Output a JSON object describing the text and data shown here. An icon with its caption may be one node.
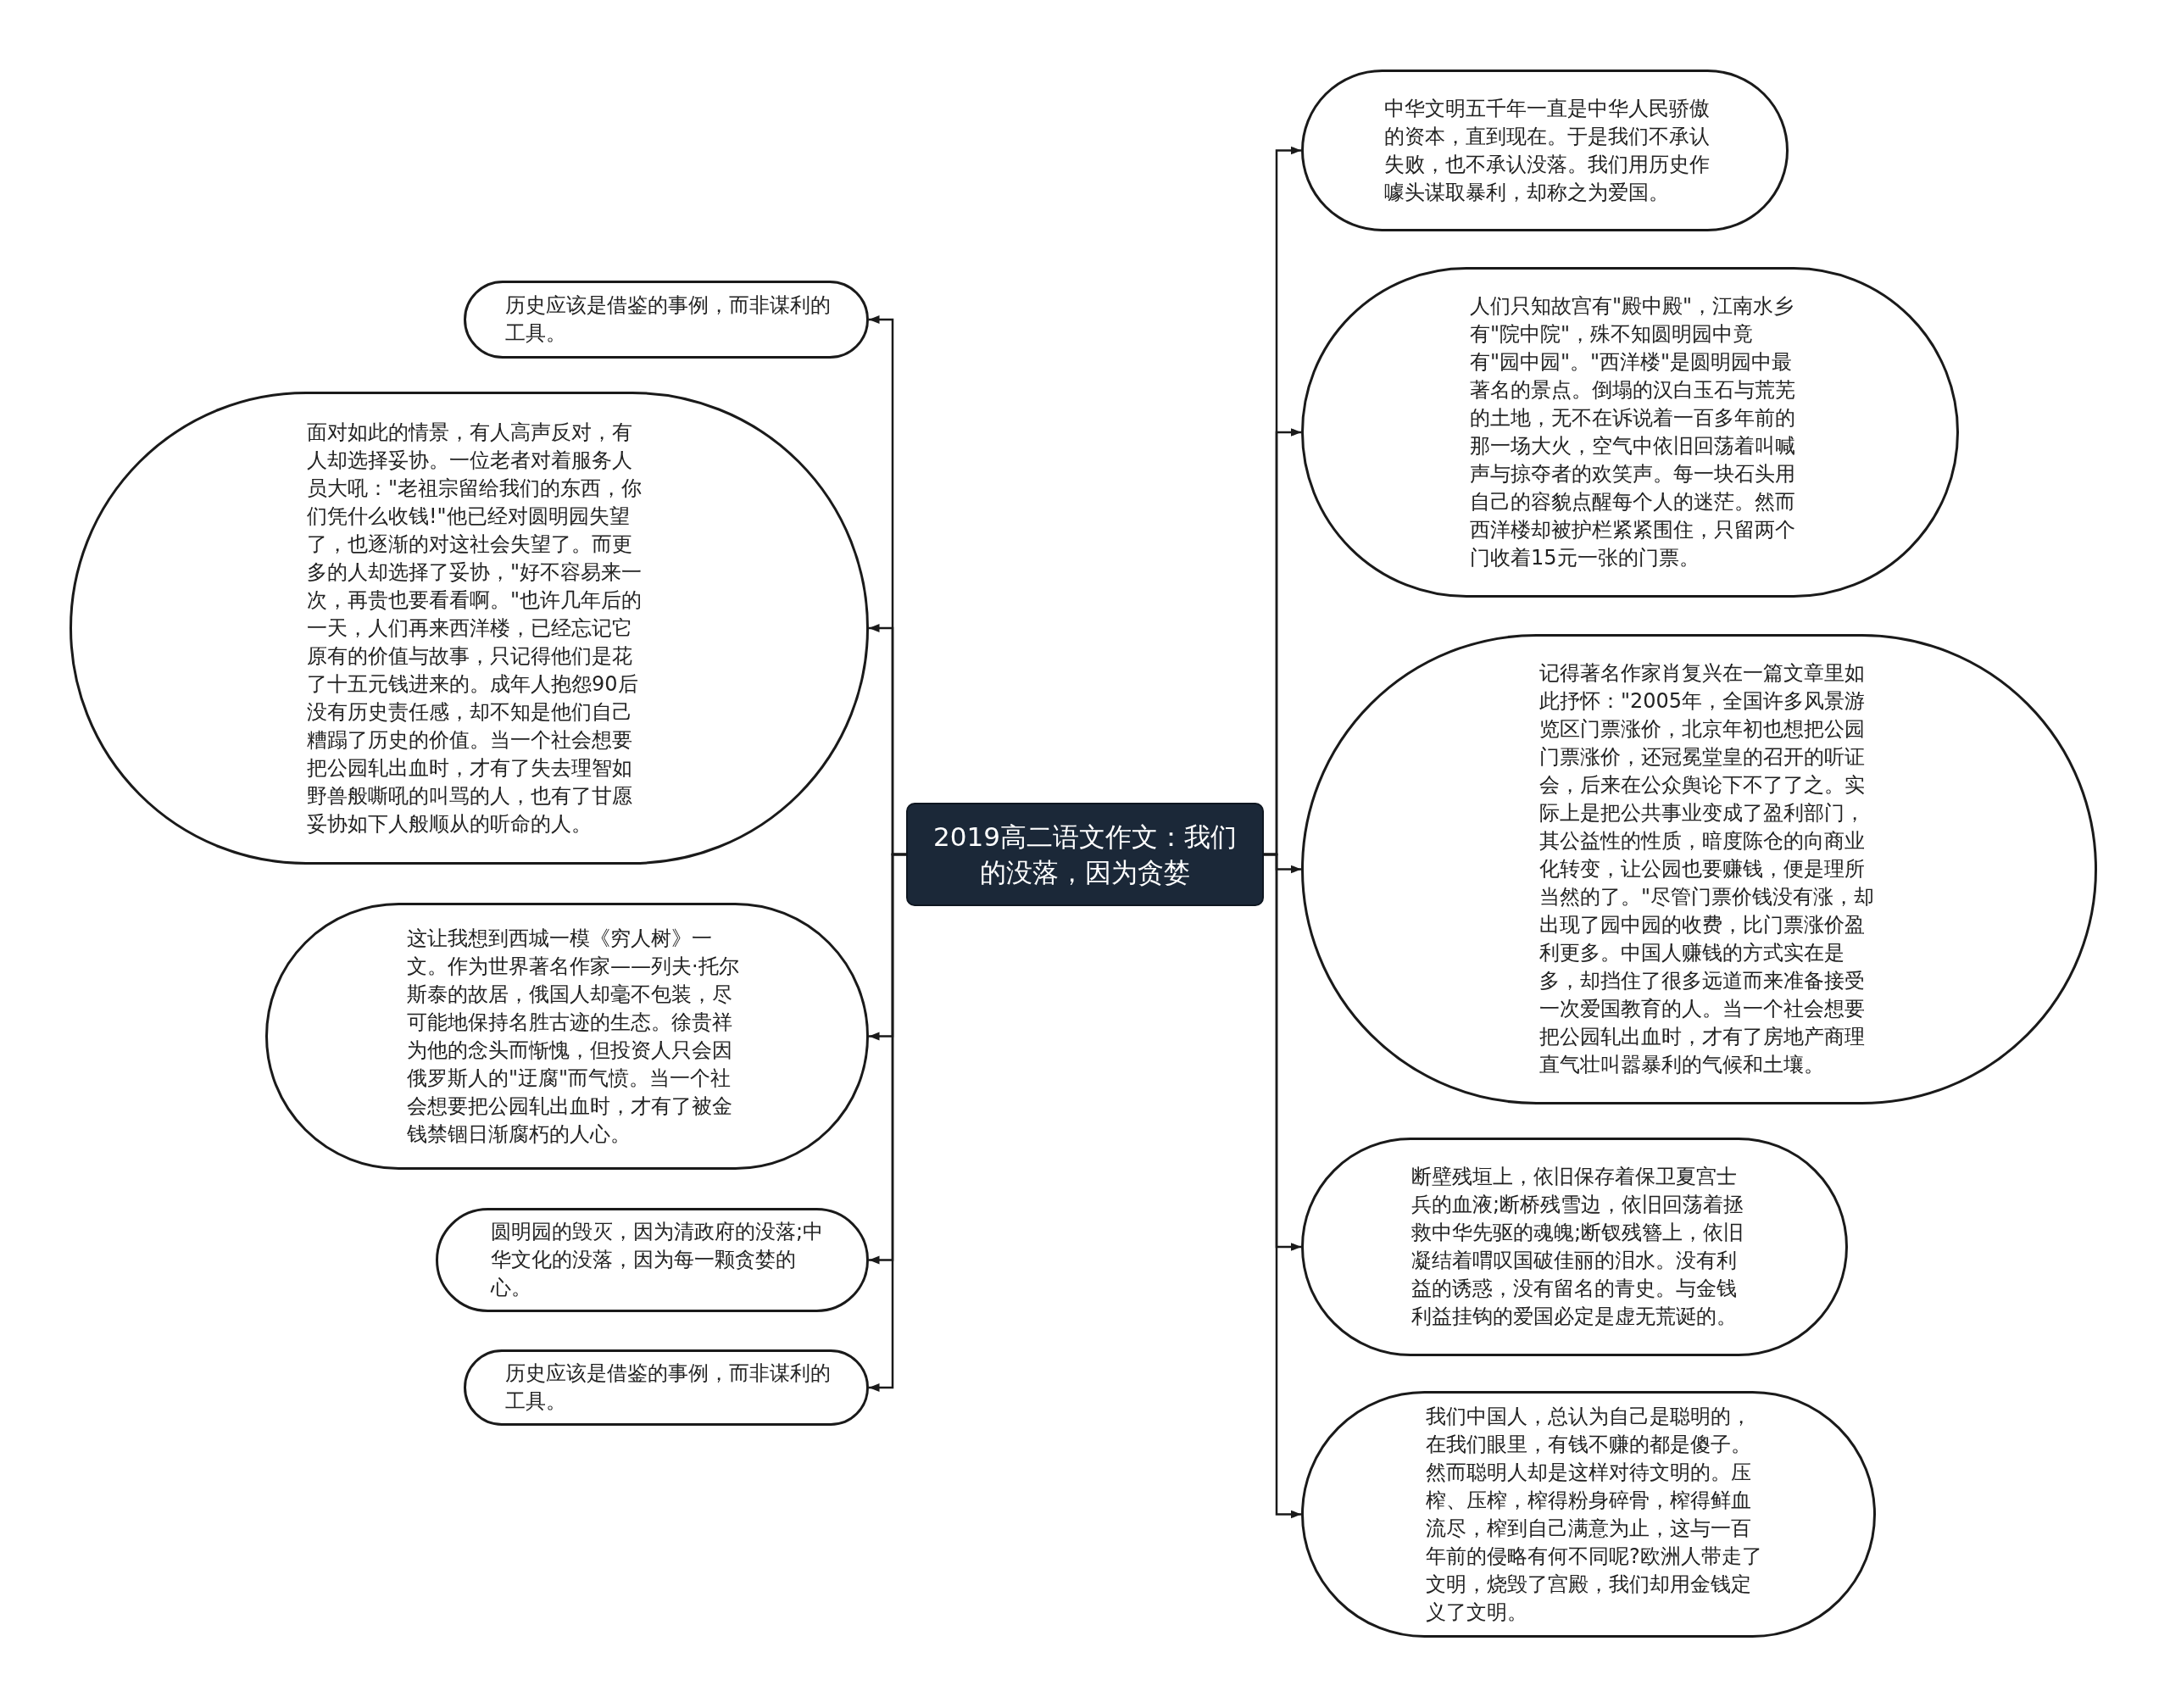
{
  "diagram": {
    "nodes": [
      {
        "text": [
          "2019高二语文作文：我们的没落，因为贪婪"
        ]
      },
      {
        "text": [
          "历史应该是借鉴的事例，而非谋利的工具。"
        ]
      },
      {
        "text": [
          "面对如此的情景，有人高声反对，有人却选择妥协。一位老者对着服务人员大吼：\"老祖宗留给我们的东西，你们凭什么收钱!\"他已经对圆明园失望了，也逐渐的对这社会失望了。而更多的人却选择了妥协，\"好不容易来一次，再贵也要看看啊。\"也许几年后的一天，人们再来西洋楼，已经忘记它原有的价值与故事，只记得他们是花了十五元钱进来的。成年人抱怨90后没有历史责任感，却不知是他们自己糟蹋了历史的价值。当一个社会想要把公园轧出血时，才有了失去理智如野兽般嘶吼的叫骂的人，也有了甘愿妥协如下人般顺从的听命的人。"
        ]
      },
      {
        "text": [
          "这让我想到西城一模《穷人树》一文。作为世界著名作家——列夫·托尔斯泰的故居，俄国人却毫不包装，尽可能地保持名胜古迹的生态。徐贵祥为他的念头而惭愧，但投资人只会因俄罗斯人的\"迂腐\"而气愤。当一个社会想要把公园轧出血时，才有了被金钱禁锢日渐腐朽的人心。"
        ]
      },
      {
        "text": [
          "圆明园的毁灭，因为清政府的没落;中华文化的没落，因为每一颗贪婪的心。"
        ]
      },
      {
        "text": [
          "历史应该是借鉴的事例，而非谋利的工具。"
        ]
      },
      {
        "text": [
          "中华文明五千年一直是中华人民骄傲的资本，直到现在。于是我们不承认失败，也不承认没落。我们用历史作噱头谋取暴利，却称之为爱国。"
        ]
      },
      {
        "text": [
          "人们只知故宫有\"殿中殿\"，江南水乡有\"院中院\"，殊不知圆明园中竟有\"园中园\"。\"西洋楼\"是圆明园中最著名的景点。倒塌的汉白玉石与荒芜的土地，无不在诉说着一百多年前的那一场大火，空气中依旧回荡着叫喊声与掠夺者的欢笑声。每一块石头用自己的容貌点醒每个人的迷茫。然而西洋楼却被护栏紧紧围住，只留两个门收着15元一张的门票。"
        ]
      },
      {
        "text": [
          "记得著名作家肖复兴在一篇文章里如此抒怀：\"2005年，全国许多风景游览区门票涨价，北京年初也想把公园门票涨价，还冠冕堂皇的召开的听证会，后来在公众舆论下不了了之。实际上是把公共事业变成了盈利部门，其公益性的性质，暗度陈仓的向商业化转变，让公园也要赚钱，便是理所当然的了。\"尽管门票价钱没有涨，却出现了园中园的收费，比门票涨价盈利更多。中国人赚钱的方式实在是多，却挡住了很多远道而来准备接受一次爱国教育的人。当一个社会想要把公园轧出血时，才有了房地产商理直气壮叫嚣暴利的气候和土壤。"
        ]
      },
      {
        "text": [
          "断壁残垣上，依旧保存着保卫夏宫士兵的血液;断桥残雪边，依旧回荡着拯救中华先驱的魂魄;断钗残簪上，依旧凝结着喟叹国破佳丽的泪水。没有利益的诱惑，没有留名的青史。与金钱利益挂钩的爱国必定是虚无荒诞的。"
        ]
      },
      {
        "text": [
          "我们中国人，总认为自己是聪明的，在我们眼里，有钱不赚的都是傻子。然而聪明人却是这样对待文明的。压榨、压榨，榨得粉身碎骨，榨得鲜血流尽，榨到自己满意为止，这与一百年前的侵略有何不同呢?欧洲人带走了文明，烧毁了宫殿，我们却用金钱定义了文明。"
        ]
      }
    ],
    "edges": [
      {
        "from": 0,
        "to": 1,
        "arrow": "to"
      },
      {
        "from": 0,
        "to": 2,
        "arrow": "to"
      },
      {
        "from": 0,
        "to": 3,
        "arrow": "to"
      },
      {
        "from": 0,
        "to": 4,
        "arrow": "to"
      },
      {
        "from": 0,
        "to": 5,
        "arrow": "to"
      },
      {
        "from": 0,
        "to": 6,
        "arrow": "to"
      },
      {
        "from": 0,
        "to": 7,
        "arrow": "to"
      },
      {
        "from": 0,
        "to": 8,
        "arrow": "to"
      },
      {
        "from": 0,
        "to": 9,
        "arrow": "to"
      },
      {
        "from": 0,
        "to": 10,
        "arrow": "to"
      }
    ]
  }
}
